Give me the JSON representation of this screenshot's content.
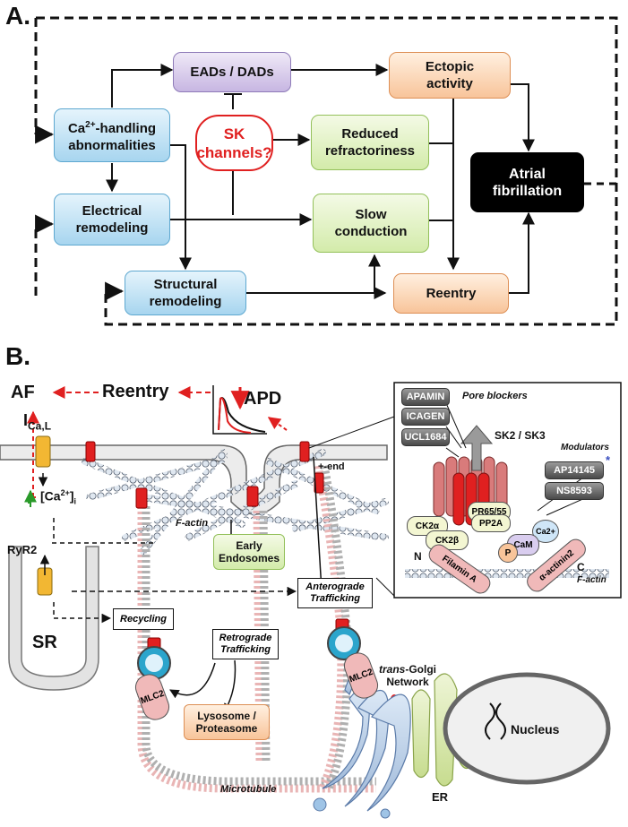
{
  "panel_a": {
    "letter": "A.",
    "nodes": {
      "eads": "EADs / DADs",
      "ectopic": "Ectopic\nactivity",
      "ca_handling": "Ca2+-handling\nabnormalities",
      "sk": "SK\nchannels?",
      "reduced": "Reduced\nrefractoriness",
      "af": "Atrial\nfibrillation",
      "electrical": "Electrical\nremodeling",
      "slow": "Slow\nconduction",
      "structural": "Structural\nremodeling",
      "reentry": "Reentry"
    },
    "ca_prefix": "Ca",
    "ca_sup": "2+",
    "ca_suffix": "-handling",
    "ca_line2": "abnormalities"
  },
  "panel_b": {
    "letter": "B.",
    "af": "AF",
    "reentry": "Reentry",
    "apd": "APD",
    "ical_main": "I",
    "ical_sub": "Ca,L",
    "ca_i_main": "[Ca",
    "ca_i_sup": "2+",
    "ca_i_end": "]",
    "ca_i_sub": "i",
    "ryr2": "RyR2",
    "sr": "SR",
    "f_actin": "F-actin",
    "plus_end": "+-end",
    "early_endosomes": "Early\nEndosomes",
    "recycling": "Recycling",
    "anterograde": "Anterograde\nTrafficking",
    "retrograde": "Retrograde\nTrafficking",
    "mlc2": "MLC2",
    "lysosome": "Lysosome /\nProteasome",
    "tgn_italic": "trans",
    "tgn_rest": "-Golgi",
    "tgn_line2": "Network",
    "nucleus": "Nucleus",
    "er": "ER",
    "microtubule": "Microtubule",
    "inset": {
      "pore_blockers": "Pore blockers",
      "blockers": [
        "APAMIN",
        "ICAGEN",
        "UCL1684"
      ],
      "channel": "SK2 / SK3",
      "modulators_label": "Modulators",
      "modulators": [
        "AP14145",
        "NS8593"
      ],
      "asterisk": "*",
      "pr65": "PR65/55",
      "pp2a": "PP2A",
      "ck2a": "CK2α",
      "ck2b": "CK2β",
      "ca2": "Ca2+",
      "cam": "CaM",
      "p": "P",
      "n": "N",
      "c": "C",
      "filamin": "Filamin A",
      "actinin": "α-actinin2",
      "f_actin": "F-actin"
    }
  },
  "colors": {
    "blue_box": "#a7d5ef",
    "purple_box": "#c7b6e2",
    "orange_box": "#f8c49a",
    "green_box": "#d3ebaa",
    "red_accent": "#e02020",
    "green_arrow": "#2a9a2a"
  }
}
